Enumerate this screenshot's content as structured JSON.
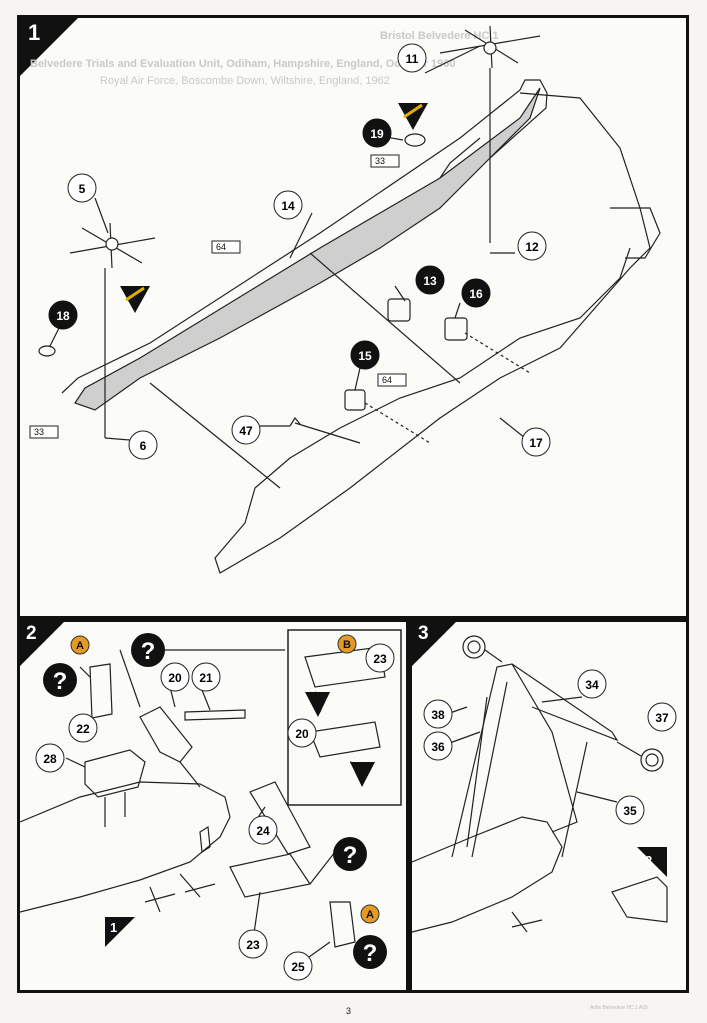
{
  "page": {
    "number": "3"
  },
  "steps": {
    "one": "1",
    "two": "2",
    "three": "3"
  },
  "step1": {
    "bleed_line1": "Bristol Belvedere HC.1",
    "bleed_line2": "Belvedere Trials and Evaluation Unit, Odiham, Hampshire, England, October 1960",
    "bleed_line3": "Royal Air Force, Boscombe Down, Wiltshire, England, 1962",
    "callouts": {
      "c5": "5",
      "c6": "6",
      "c11": "11",
      "c12": "12",
      "c13": "13",
      "c14": "14",
      "c15": "15",
      "c16": "16",
      "c17": "17",
      "c18": "18",
      "c19": "19",
      "c47": "47"
    },
    "paint": {
      "p33a": "33",
      "p33b": "33",
      "p64a": "64",
      "p64b": "64"
    }
  },
  "step2": {
    "option_a1": "A",
    "option_a2": "A",
    "option_b": "B",
    "help_mark": "?",
    "callouts": {
      "c20a": "20",
      "c20b": "20",
      "c21": "21",
      "c22": "22",
      "c23a": "23",
      "c23b": "23",
      "c24": "24",
      "c25": "25",
      "c28": "28"
    },
    "ref_step1": "1"
  },
  "step3": {
    "callouts": {
      "c34": "34",
      "c35": "35",
      "c36": "36",
      "c37": "37",
      "c38": "38"
    },
    "ref_step2": "2"
  },
  "footer": "Airfix Belvedere HC.1 A05"
}
